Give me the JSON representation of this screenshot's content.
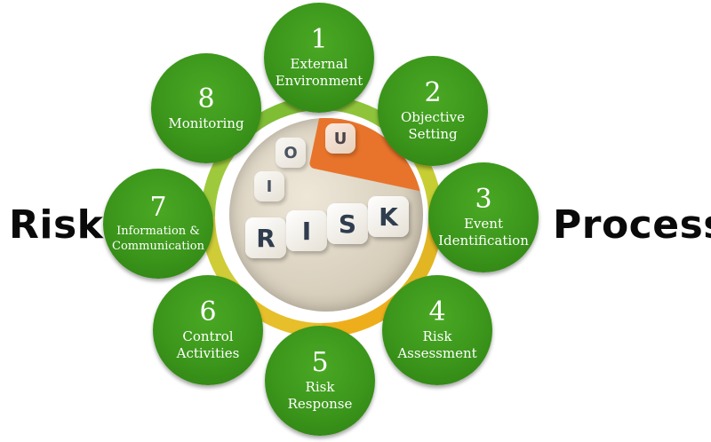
{
  "side_words": {
    "left": "Risk",
    "right": "Process"
  },
  "steps": [
    {
      "number": "1",
      "label": "External\nEnvironment"
    },
    {
      "number": "2",
      "label": "Objective\nSetting"
    },
    {
      "number": "3",
      "label": "Event\nIdentification"
    },
    {
      "number": "4",
      "label": "Risk\nAssessment"
    },
    {
      "number": "5",
      "label": "Risk\nResponse"
    },
    {
      "number": "6",
      "label": "Control\nActivities"
    },
    {
      "number": "7",
      "label": "Information &\nCommunication"
    },
    {
      "number": "8",
      "label": "Monitoring"
    }
  ],
  "photo": {
    "dice_letters": [
      "R",
      "I",
      "S",
      "K"
    ],
    "back_letters": [
      "O",
      "I",
      "U"
    ]
  },
  "colors": {
    "circle_green": "#3b961b",
    "ring_segments": [
      "#8fc43a",
      "#c7ce33",
      "#e2b623",
      "#eeae1c",
      "#e7bf2a",
      "#cfcc38",
      "#9ec93c",
      "#7fbd34"
    ]
  }
}
